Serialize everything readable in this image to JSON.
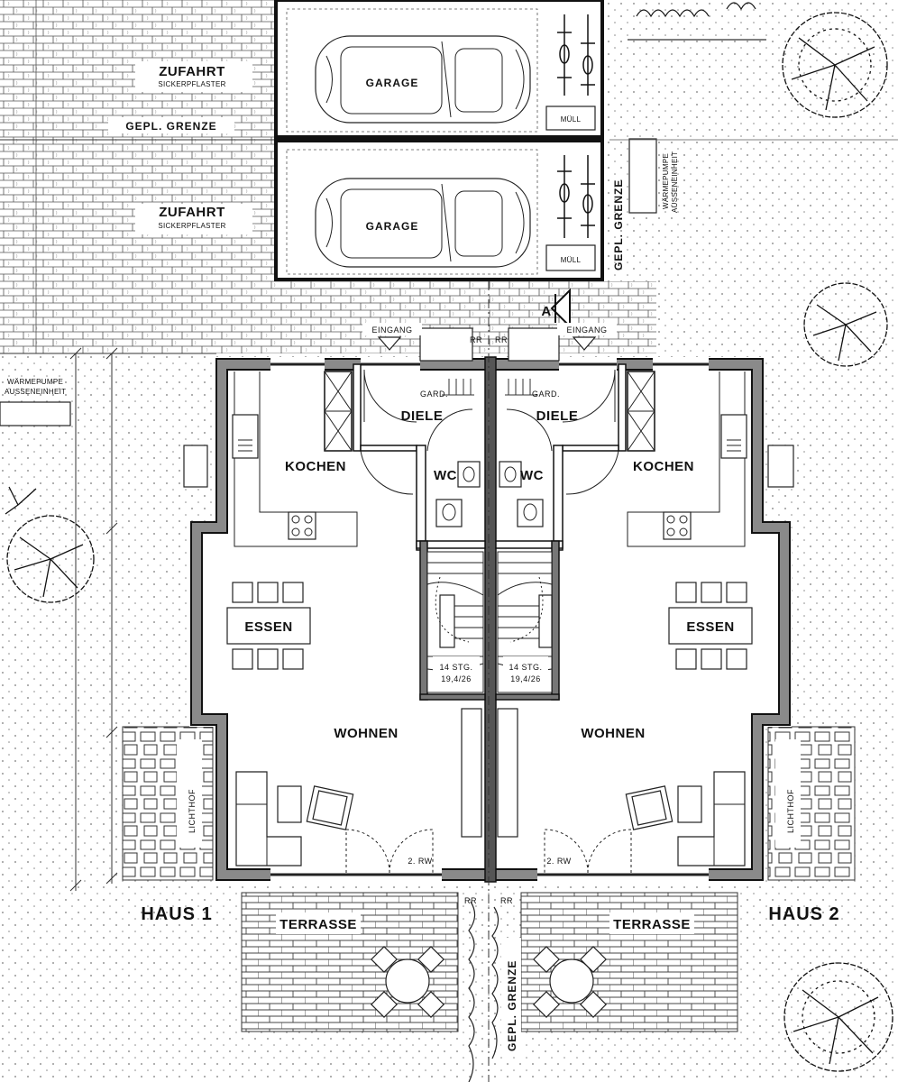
{
  "labels": {
    "zufahrt": "ZUFAHRT",
    "sickerpflaster": "SICKERPFLASTER",
    "gepl_grenze": "GEPL. GRENZE",
    "garage": "GARAGE",
    "muell": "MÜLL",
    "waermepumpe_line1": "WÄRMEPUMPE",
    "waermepumpe_line2": "AUSSENEINHEIT",
    "eingang": "EINGANG",
    "rr": "RR",
    "gard": "GARD.",
    "diele": "DIELE",
    "wc": "WC",
    "kochen": "KOCHEN",
    "essen": "ESSEN",
    "wohnen": "WOHNEN",
    "stair_line1": "14 STG.",
    "stair_line2": "19,4/26",
    "rw": "2. RW",
    "lichthof": "LICHTHOF",
    "terrasse": "TERRASSE",
    "haus1": "HAUS 1",
    "haus2": "HAUS 2",
    "section": "A"
  }
}
